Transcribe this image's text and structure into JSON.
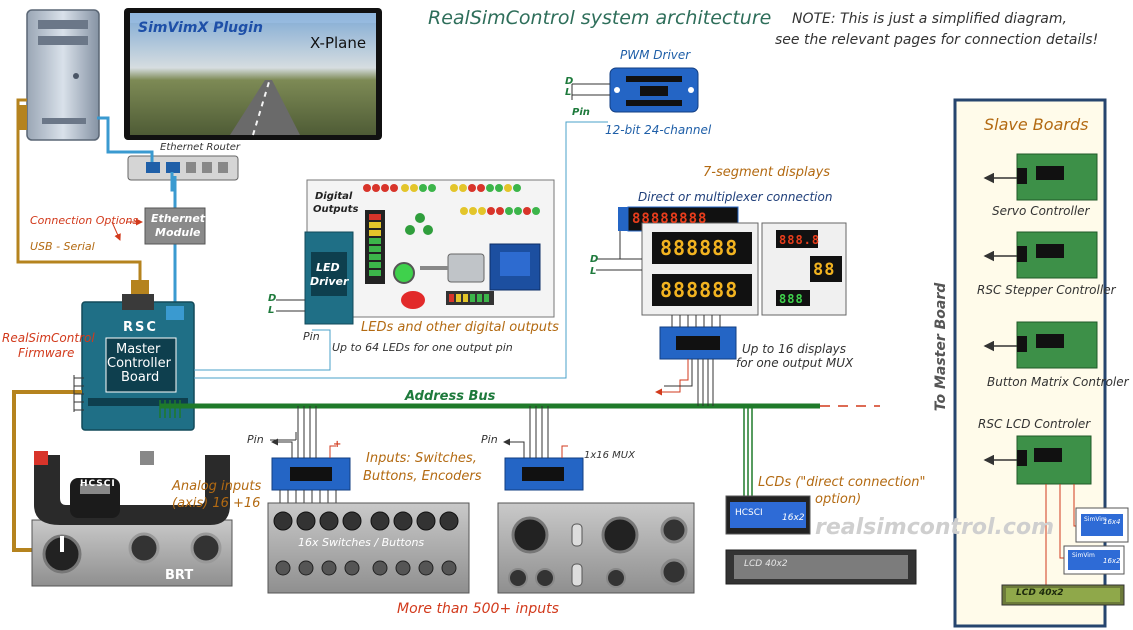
{
  "title": "RealSimControl  system architecture",
  "note_line1": "NOTE: This is just a simplified diagram,",
  "note_line2": "see the relevant pages for connection details!",
  "monitor": {
    "plugin": "SimVimX  Plugin",
    "app": "X-Plane"
  },
  "router": "Ethernet  Router",
  "connection_options": "Connection Options",
  "usb_serial": "USB - Serial",
  "ethernet_module": [
    "Ethernet",
    "Module"
  ],
  "firmware": [
    "RealSimControl",
    "Firmware"
  ],
  "master": {
    "brand": "RSC",
    "lines": [
      "Master",
      "Controller",
      "Board"
    ]
  },
  "address_bus": "Address Bus",
  "pwm": {
    "title": "PWM Driver",
    "subtitle": "12-bit 24-channel"
  },
  "pins": {
    "d": "D",
    "l": "L",
    "pin": "Pin"
  },
  "digital_outputs": [
    "Digital",
    "Outputs"
  ],
  "led_driver": [
    "LED",
    "Driver"
  ],
  "leds_caption": "LEDs and other digital outputs",
  "leds_sub": "Up to 64 LEDs for one output pin",
  "seg_title": "7-segment displays",
  "seg_sub": "Direct or multiplexer connection",
  "seg_values": {
    "top": "88888888",
    "row1": "888888",
    "row2": "888888",
    "small_red": "888.8",
    "small_yellow": "88",
    "small_green": "888"
  },
  "seg_caption": [
    "Up to 16 displays",
    "for one output MUX"
  ],
  "slave": {
    "title": "Slave Boards",
    "items": [
      "Servo Controller",
      "RSC Stepper Controller",
      "Button Matrix Controler",
      "RSC LCD  Controler"
    ]
  },
  "to_master": "To Master Board",
  "yoke_label": "HCSCI",
  "analog": [
    "Analog inputs",
    "(axis) 16 +16"
  ],
  "brt": "BRT",
  "inputs_caption": [
    "Inputs: Switches,",
    "Buttons, Encoders"
  ],
  "switches_label": "16x Switches / Buttons",
  "mux_label": "1x16 MUX",
  "plus": "+",
  "more_inputs": "More than 500+  inputs",
  "lcd_caption": [
    "LCDs (\"direct connection\"",
    "option)"
  ],
  "lcd_hcsci": {
    "left": "HCSCI",
    "right": "16x2"
  },
  "lcd_big": "LCD  40x2",
  "lcd_small1": {
    "left": "SimVim",
    "right": "16x4"
  },
  "lcd_small2": {
    "left": "SimVim",
    "right": "16x2"
  },
  "lcd_slave": "LCD   40x2",
  "watermark": "realsimcontrol.com",
  "colors": {
    "bus": "#1f7a2a",
    "usb": "#b5831e",
    "eth": "#3a9ad0",
    "board": "#1f6f86",
    "title": "#2e6e5a"
  }
}
